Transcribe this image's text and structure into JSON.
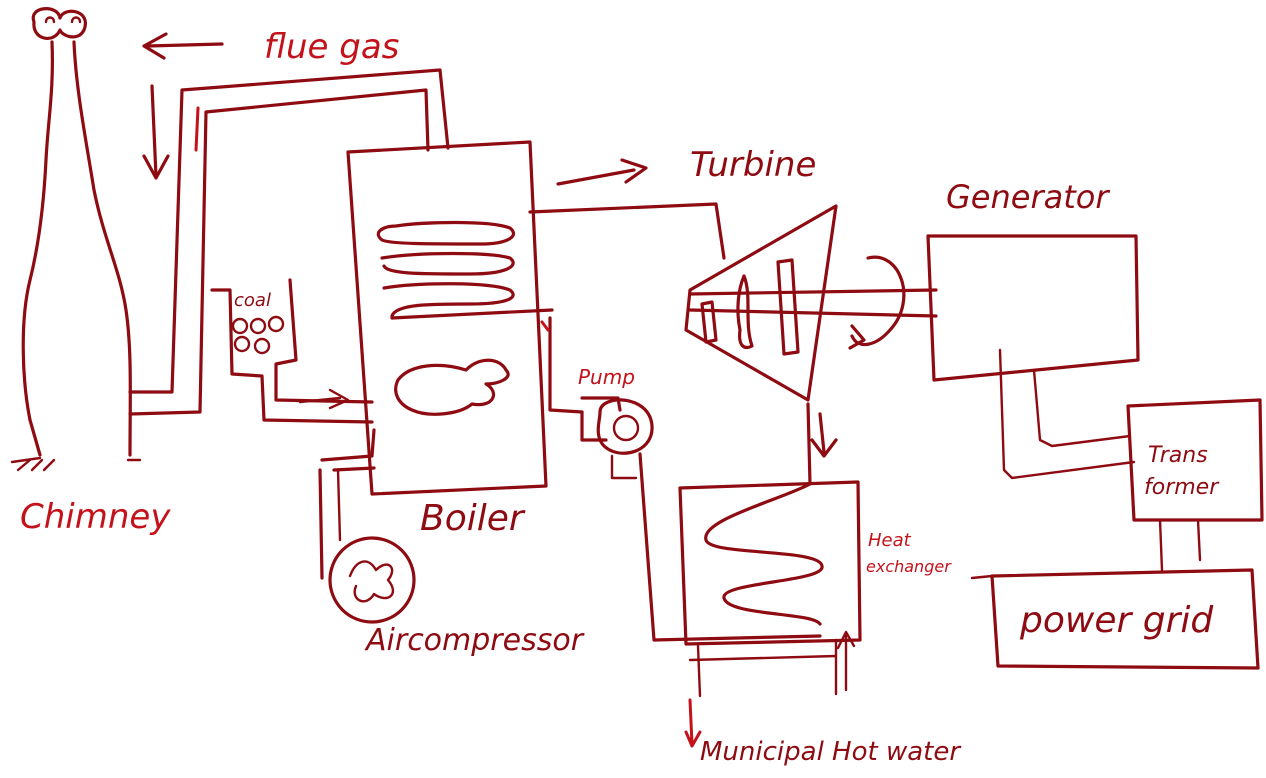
{
  "labels": {
    "flue_gas": "flue gas",
    "turbine": "Turbine",
    "generator": "Generator",
    "coal": "coal",
    "pump": "Pump",
    "chimney": "Chimney",
    "boiler": "Boiler",
    "heat_exchanger_line1": "Heat",
    "heat_exchanger_line2": "exchanger",
    "transformer_line1": "Trans",
    "transformer_line2": "former",
    "power_grid": "power grid",
    "air_compressor": "Aircompressor",
    "municipal_hot_water": "Municipal Hot water"
  },
  "colors": {
    "ink": "#8e0b12",
    "ink_red": "#c4121a",
    "background": "#ffffff"
  }
}
